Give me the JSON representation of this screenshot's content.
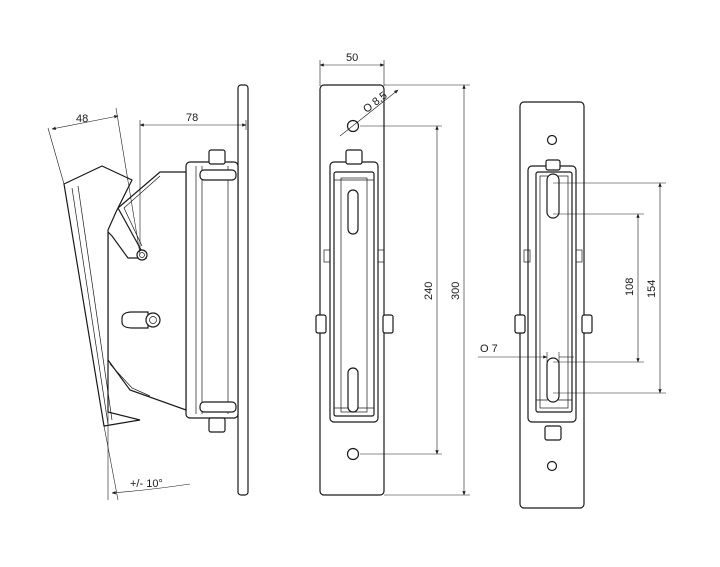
{
  "side_view": {
    "dim_tilt_width": "48",
    "dim_depth": "78",
    "dim_angle": "+/- 10°"
  },
  "front_view": {
    "dim_width": "50",
    "dim_hole_dia": "O 8,5",
    "dim_hole_spacing": "240",
    "dim_height": "300"
  },
  "back_view": {
    "dim_slot_width": "O 7",
    "dim_slot_inner": "108",
    "dim_slot_outer": "154"
  }
}
